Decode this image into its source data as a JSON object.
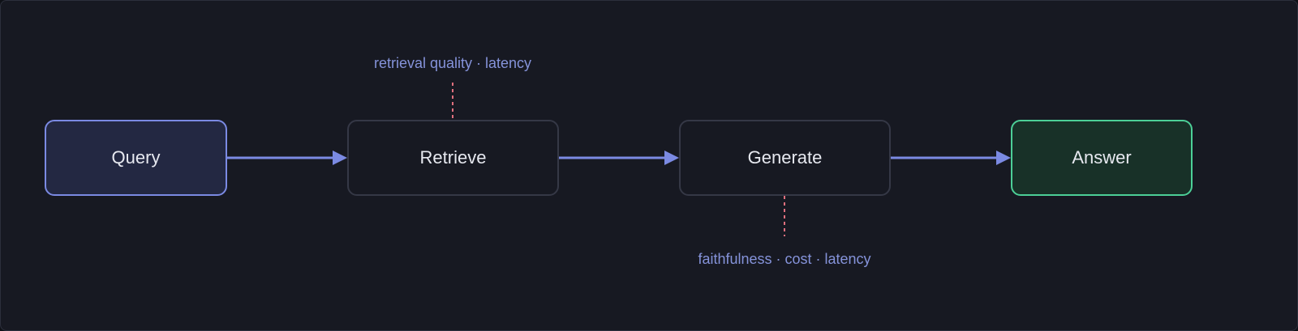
{
  "nodes": {
    "query": "Query",
    "retrieve": "Retrieve",
    "generate": "Generate",
    "answer": "Answer"
  },
  "annotations": {
    "retrieve": "retrieval quality · latency",
    "generate": "faithfulness · cost · latency"
  },
  "colors": {
    "background": "#171922",
    "arrow": "#7b8ae3",
    "metric_link": "#e0707e",
    "annotation_text": "#8593da",
    "query_border": "#7b8ae3",
    "answer_border": "#4ccf97",
    "step_border": "#353846"
  }
}
